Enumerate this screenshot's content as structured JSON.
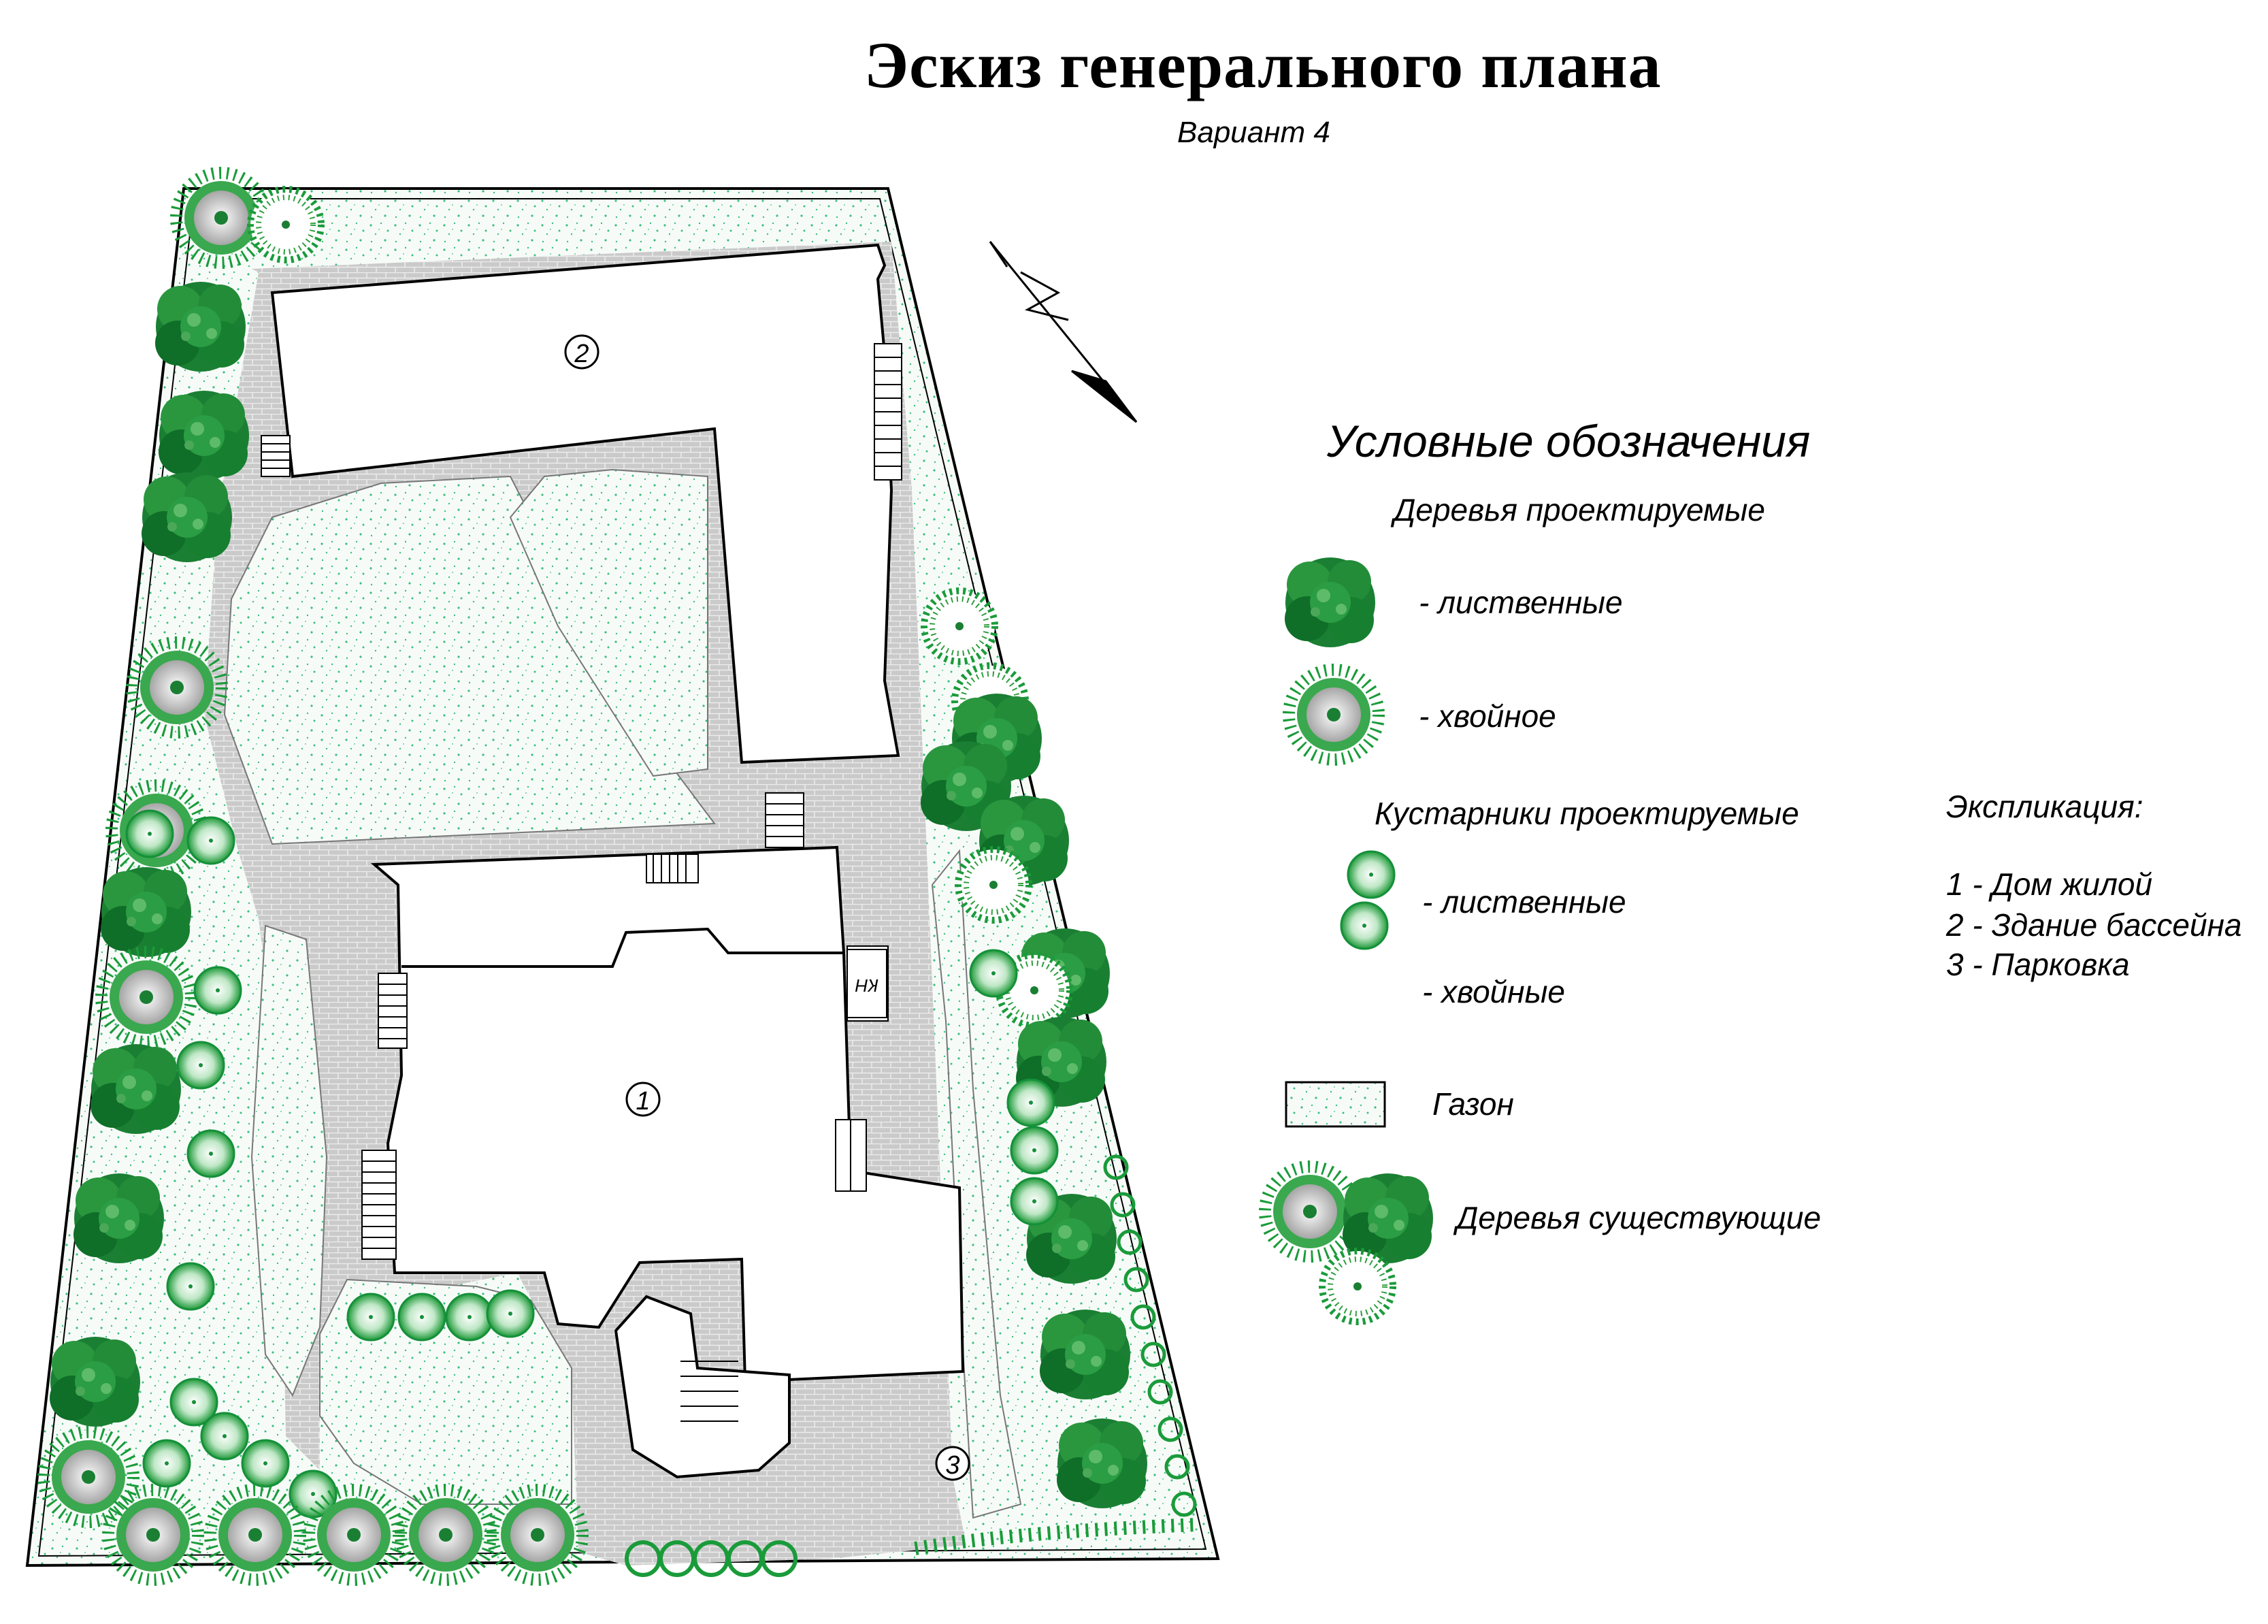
{
  "title": "Эскиз генерального плана",
  "subtitle": "Вариант 4",
  "legend": {
    "heading": "Условные обозначения",
    "trees_planned": "Деревья проектируемые",
    "deciduous_tree": "- лиственные",
    "conifer_tree": "- хвойное",
    "shrubs_planned": "Кустарники проектируемые",
    "deciduous_shrub": "- лиственные",
    "conifer_shrub": "- хвойные",
    "lawn": "Газон",
    "existing_trees": "Деревья существующие"
  },
  "explication": {
    "heading": "Экспликация:",
    "items": [
      "1 - Дом жилой",
      "2 - Здание бассейна",
      "3 - Парковка"
    ]
  },
  "plan_labels": {
    "house": "1",
    "pool": "2",
    "parking": "3",
    "room_mark": "КН"
  },
  "colors": {
    "dark_green": "#0d7a2a",
    "mid_green": "#2e9e3e",
    "lawn_dots": "#3bbf7c",
    "paving": "#c9c9c9",
    "boundary": "#000000"
  }
}
